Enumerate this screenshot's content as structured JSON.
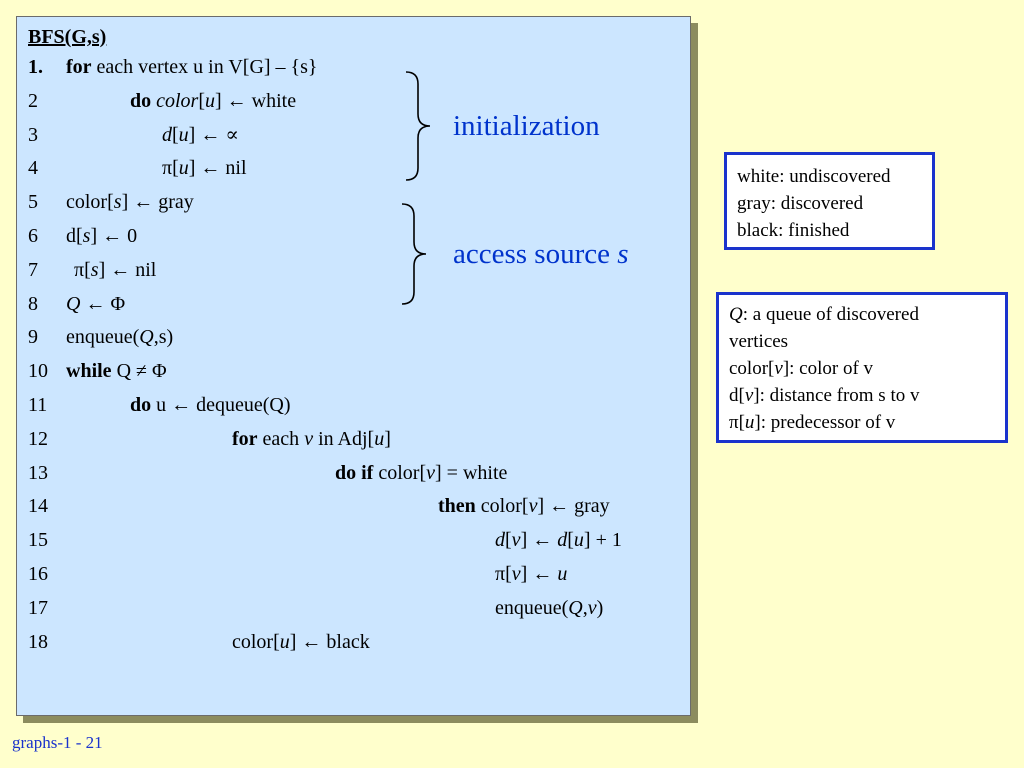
{
  "algorithm": {
    "title": "BFS(G,s)",
    "lines": [
      {
        "num": "1.",
        "num_bold": true,
        "indent": 0,
        "parts": [
          {
            "t": "for",
            "s": "b"
          },
          {
            "t": " each vertex u in V[G] –  {s}"
          }
        ]
      },
      {
        "num": "2",
        "indent": 1,
        "parts": [
          {
            "t": "do",
            "s": "b"
          },
          {
            "t": " "
          },
          {
            "t": "color",
            "s": "i"
          },
          {
            "t": "["
          },
          {
            "t": "u",
            "s": "i"
          },
          {
            "t": "] ← white"
          }
        ]
      },
      {
        "num": "3",
        "indent": 1.5,
        "parts": [
          {
            "t": "d",
            "s": "i"
          },
          {
            "t": "["
          },
          {
            "t": "u",
            "s": "i"
          },
          {
            "t": "] ← ∝"
          }
        ]
      },
      {
        "num": "4",
        "indent": 1.5,
        "parts": [
          {
            "t": "π["
          },
          {
            "t": "u",
            "s": "i"
          },
          {
            "t": "] ← nil"
          }
        ]
      },
      {
        "num": "5",
        "indent": 0,
        "parts": [
          {
            "t": "color["
          },
          {
            "t": "s",
            "s": "i"
          },
          {
            "t": "] ← gray"
          }
        ]
      },
      {
        "num": "6",
        "indent": 0,
        "parts": [
          {
            "t": "d["
          },
          {
            "t": "s",
            "s": "i"
          },
          {
            "t": "] ← 0"
          }
        ]
      },
      {
        "num": "7",
        "indent": 0.1,
        "parts": [
          {
            "t": "π["
          },
          {
            "t": "s",
            "s": "i"
          },
          {
            "t": "] ← nil"
          }
        ]
      },
      {
        "num": "8",
        "indent": 0,
        "parts": [
          {
            "t": "Q",
            "s": "i"
          },
          {
            "t": " ← Φ"
          }
        ]
      },
      {
        "num": "9",
        "indent": 0,
        "parts": [
          {
            "t": "enqueue("
          },
          {
            "t": "Q",
            "s": "i"
          },
          {
            "t": ",s)"
          }
        ]
      },
      {
        "num": "10",
        "indent": 0,
        "parts": [
          {
            "t": "while",
            "s": "b"
          },
          {
            "t": " Q ≠ Φ"
          }
        ]
      },
      {
        "num": "11",
        "indent": 1,
        "parts": [
          {
            "t": "do",
            "s": "b"
          },
          {
            "t": " u ← dequeue(Q)"
          }
        ]
      },
      {
        "num": "12",
        "indent": 2,
        "parts": [
          {
            "t": "for",
            "s": "b"
          },
          {
            "t": " each "
          },
          {
            "t": "v",
            "s": "i"
          },
          {
            "t": " in Adj["
          },
          {
            "t": "u",
            "s": "i"
          },
          {
            "t": "]"
          }
        ]
      },
      {
        "num": "13",
        "indent": 3,
        "parts": [
          {
            "t": "do if",
            "s": "b"
          },
          {
            "t": " color["
          },
          {
            "t": "v",
            "s": "i"
          },
          {
            "t": "] = white"
          }
        ]
      },
      {
        "num": "14",
        "indent": 4,
        "parts": [
          {
            "t": "then",
            "s": "b"
          },
          {
            "t": " color["
          },
          {
            "t": "v",
            "s": "i"
          },
          {
            "t": "] ← gray"
          }
        ]
      },
      {
        "num": "15",
        "indent": 4.5,
        "parts": [
          {
            "t": "d",
            "s": "i"
          },
          {
            "t": "["
          },
          {
            "t": "v",
            "s": "i"
          },
          {
            "t": "] ← "
          },
          {
            "t": "d",
            "s": "i"
          },
          {
            "t": "["
          },
          {
            "t": "u",
            "s": "i"
          },
          {
            "t": "] + 1"
          }
        ]
      },
      {
        "num": "16",
        "indent": 4.5,
        "parts": [
          {
            "t": "π["
          },
          {
            "t": "v",
            "s": "i"
          },
          {
            "t": "] ← "
          },
          {
            "t": "u",
            "s": "i"
          }
        ]
      },
      {
        "num": "17",
        "indent": 4.5,
        "parts": [
          {
            "t": "enqueue("
          },
          {
            "t": "Q",
            "s": "i"
          },
          {
            "t": ","
          },
          {
            "t": "v",
            "s": "i"
          },
          {
            "t": ")"
          }
        ]
      },
      {
        "num": "18",
        "indent": 2,
        "parts": [
          {
            "t": "color["
          },
          {
            "t": "u",
            "s": "i"
          },
          {
            "t": "] ← black"
          }
        ]
      }
    ]
  },
  "annotations": {
    "initialization": "initialization",
    "access_source": "access source ",
    "access_source_var": "s"
  },
  "legend_colors": {
    "title": "white: undiscovered",
    "gray": "gray: discovered",
    "black": "black: finished"
  },
  "legend_vars": {
    "q_var": "Q",
    "q_text": ": a queue of discovered",
    "q_text2": "vertices",
    "color_pre": "color[",
    "color_var": "v",
    "color_post": "]: color of v",
    "d_pre": "d[",
    "d_var": "v",
    "d_post": "]: distance from s to v",
    "pi_pre": "π[",
    "pi_var": "u",
    "pi_post": "]: predecessor of v"
  },
  "footer": "graphs-1 - 21",
  "colors": {
    "background": "#ffffcc",
    "code_box": "#cce6ff",
    "accent_blue": "#0033cc"
  }
}
